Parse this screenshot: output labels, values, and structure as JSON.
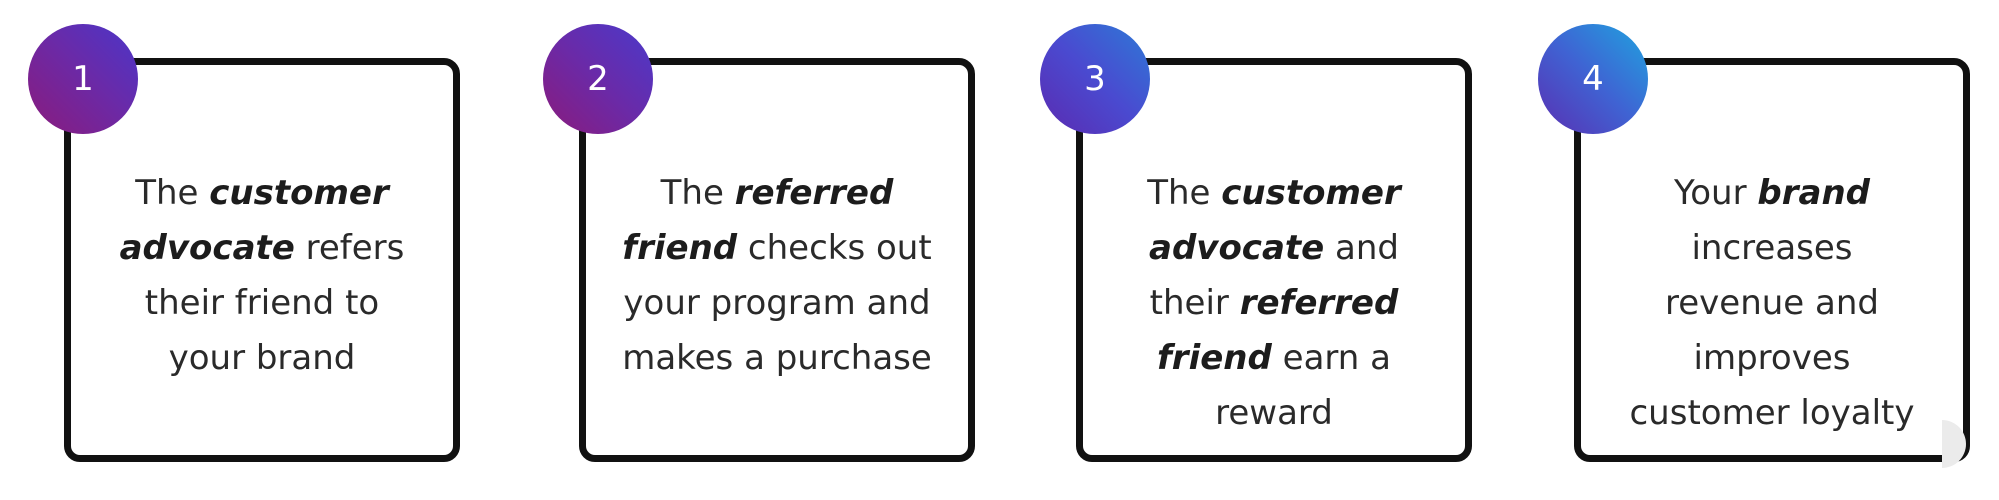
{
  "steps": [
    {
      "number": "1",
      "parts": [
        {
          "text": "The ",
          "emphasis": false
        },
        {
          "text": "customer advocate",
          "emphasis": true
        },
        {
          "text": " refers their friend to your brand",
          "emphasis": false
        }
      ]
    },
    {
      "number": "2",
      "parts": [
        {
          "text": "The ",
          "emphasis": false
        },
        {
          "text": "referred friend",
          "emphasis": true
        },
        {
          "text": " checks out your program and makes a purchase",
          "emphasis": false
        }
      ]
    },
    {
      "number": "3",
      "parts": [
        {
          "text": "The ",
          "emphasis": false
        },
        {
          "text": "customer advocate",
          "emphasis": true
        },
        {
          "text": " and their ",
          "emphasis": false
        },
        {
          "text": "referred friend",
          "emphasis": true
        },
        {
          "text": " earn a reward",
          "emphasis": false
        }
      ]
    },
    {
      "number": "4",
      "parts": [
        {
          "text": "Your ",
          "emphasis": false
        },
        {
          "text": "brand",
          "emphasis": true
        },
        {
          "text": " increases revenue and improves customer loyalty",
          "emphasis": false
        }
      ]
    }
  ],
  "colors": {
    "card_border": "#111111",
    "text": "#2a2a2a",
    "badge_text": "#ffffff"
  }
}
